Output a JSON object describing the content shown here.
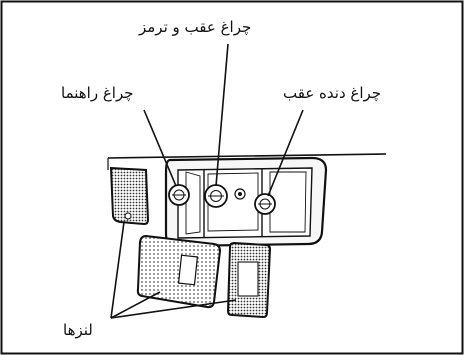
{
  "labels": {
    "brake_tail_bulb": "چراغ عقب و ترمز",
    "turn_signal_bulb": "چراغ راهنما",
    "reverse_bulb": "چراغ دنده عقب",
    "lenses": "لنزها"
  }
}
